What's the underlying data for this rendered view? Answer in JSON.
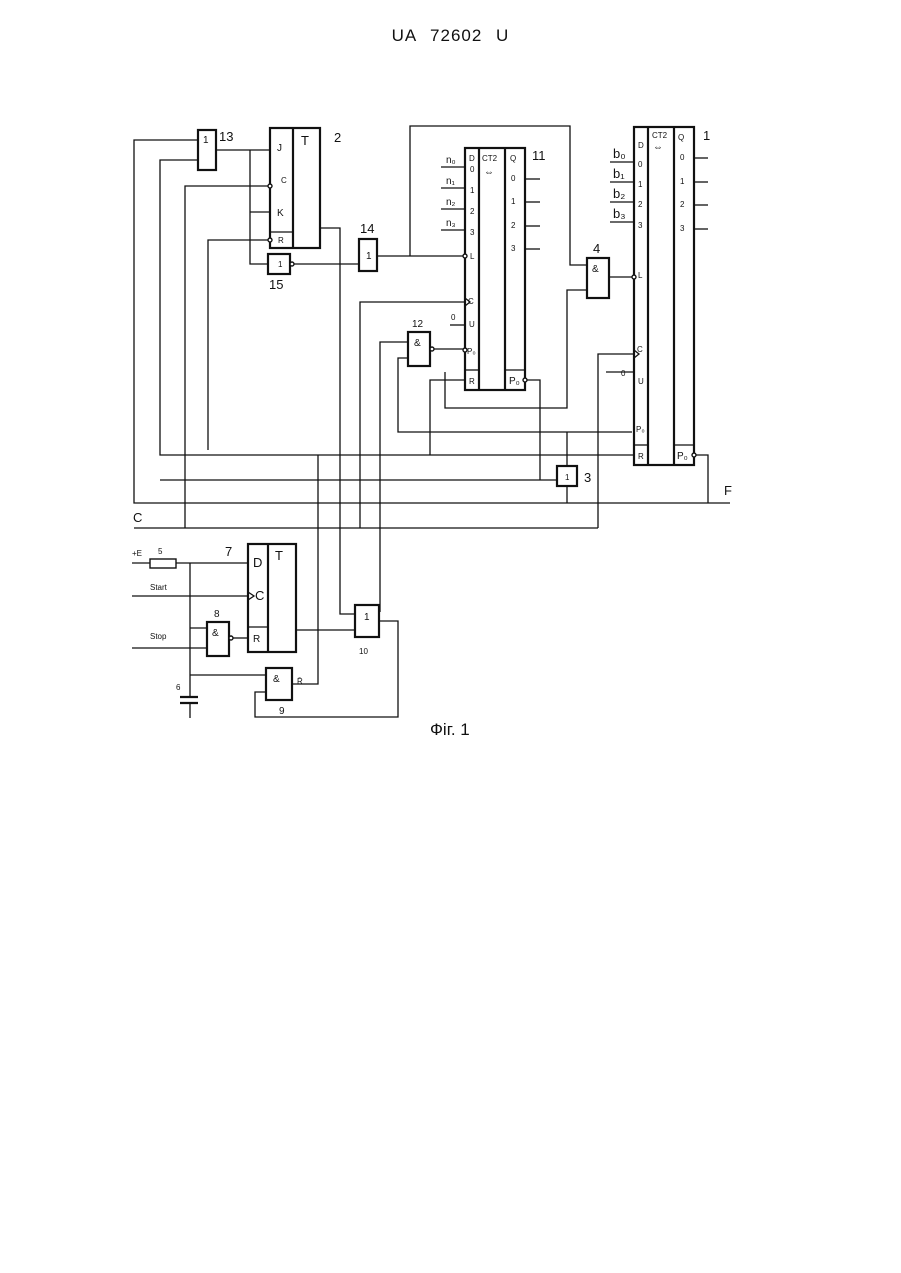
{
  "header": {
    "patent_number": "UA 72602 U"
  },
  "caption": "Фіг. 1",
  "blocks": {
    "counter_1": {
      "ref": "1",
      "type": "CT2",
      "arrows": "⇔",
      "data_label": "D",
      "q_label": "Q",
      "inputs": [
        "0",
        "1",
        "2",
        "3"
      ],
      "outputs": [
        "0",
        "1",
        "2",
        "3"
      ],
      "pins": [
        "L",
        "C",
        "U",
        "P₀",
        "R",
        "P₀"
      ],
      "u_input": "0"
    },
    "counter_11": {
      "ref": "11",
      "type": "CT2",
      "arrows": "⇔",
      "data_label": "D",
      "q_label": "Q",
      "inputs": [
        "0",
        "1",
        "2",
        "3"
      ],
      "outputs": [
        "0",
        "1",
        "2",
        "3"
      ],
      "pins": [
        "L",
        "C",
        "U",
        "P₀",
        "R",
        "P₀"
      ],
      "u_input": "0"
    },
    "trigger_2": {
      "ref": "2",
      "type": "T",
      "pins": [
        "J",
        "C",
        "K",
        "R"
      ]
    },
    "trigger_7": {
      "ref": "7",
      "type": "T",
      "pins": [
        "D",
        "C",
        "R"
      ]
    },
    "gate_3": {
      "ref": "3",
      "symbol": "1"
    },
    "gate_4": {
      "ref": "4",
      "symbol": "&"
    },
    "gate_8": {
      "ref": "8",
      "symbol": "&"
    },
    "gate_9": {
      "ref": "9",
      "symbol": "&",
      "output_label": "R̄"
    },
    "gate_10": {
      "ref": "10",
      "symbol": "1"
    },
    "gate_12": {
      "ref": "12",
      "symbol": "&"
    },
    "gate_13": {
      "ref": "13",
      "symbol": "1"
    },
    "gate_14": {
      "ref": "14",
      "symbol": "1"
    },
    "gate_15": {
      "ref": "15",
      "symbol": "1"
    },
    "resistor_5": {
      "ref": "5"
    },
    "capacitor_6": {
      "ref": "6"
    }
  },
  "inputs_n": [
    "n₀",
    "n₁",
    "n₂",
    "n₃"
  ],
  "inputs_b": [
    "b₀",
    "b₁",
    "b₂",
    "b₃"
  ],
  "signals": {
    "power": "+E",
    "start": "Start",
    "stop": "Stop",
    "clock": "C",
    "output": "F"
  }
}
